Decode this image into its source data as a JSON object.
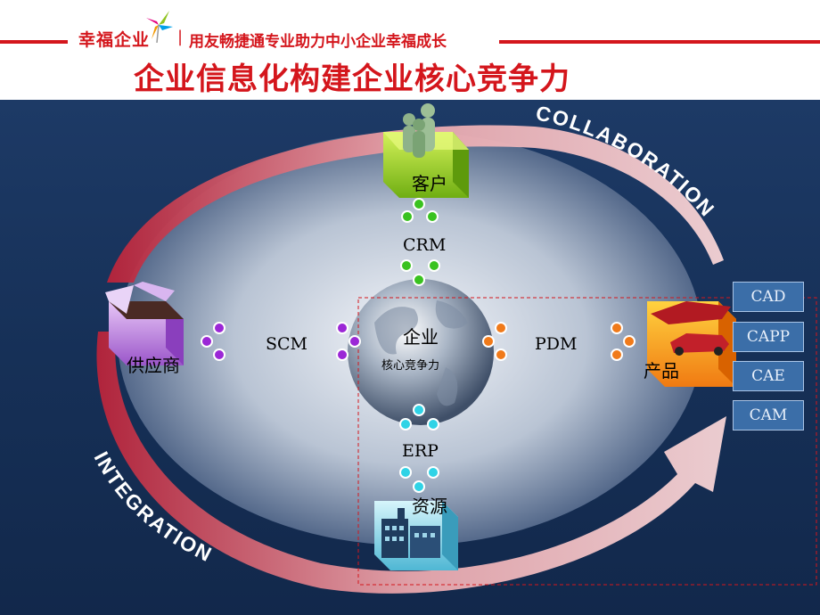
{
  "header": {
    "brand": "幸福企业",
    "separator": "|",
    "slogan": "用友畅捷通专业助力中小企业幸福成长",
    "title": "企业信息化构建企业核心竞争力"
  },
  "diagram": {
    "ring_labels": {
      "top": "COLLABORATION",
      "bottom": "INTEGRATION"
    },
    "center": {
      "line1": "企业",
      "line2": "核心竞争力"
    },
    "nodes": {
      "customer": "客户",
      "supplier": "供应商",
      "product": "产品",
      "resource": "资源"
    },
    "links": {
      "crm": "CRM",
      "scm": "SCM",
      "pdm": "PDM",
      "erp": "ERP"
    },
    "modules": [
      "CAD",
      "CAPP",
      "CAE",
      "CAM"
    ],
    "colors": {
      "accent_red": "#d4161c",
      "crm_dots": "#39c21f",
      "scm_dots": "#9b27d6",
      "pdm_dots": "#f07a1a",
      "erp_dots": "#2fd3e6",
      "module_box": "#3b6ea8"
    }
  }
}
